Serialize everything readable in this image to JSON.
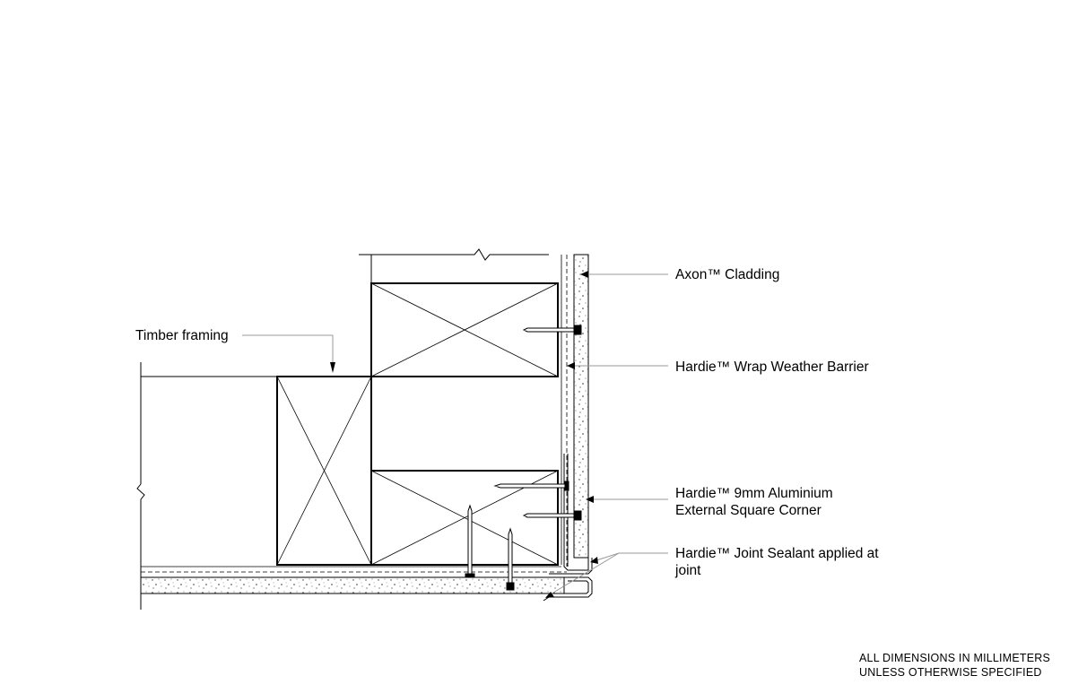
{
  "labels": {
    "timber_framing": "Timber framing",
    "axon_cladding": "Axon™ Cladding",
    "wrap_barrier": "Hardie™ Wrap Weather Barrier",
    "corner_line1": "Hardie™ 9mm Aluminium",
    "corner_line2": "External Square Corner",
    "sealant_line1": "Hardie™ Joint Sealant applied at",
    "sealant_line2": "joint"
  },
  "note": {
    "line1": "ALL DIMENSIONS IN MILLIMETERS",
    "line2": "UNLESS OTHERWISE SPECIFIED"
  },
  "colors": {
    "ink": "#000000",
    "leader": "#9a9a9a",
    "speckle": "#333333"
  }
}
